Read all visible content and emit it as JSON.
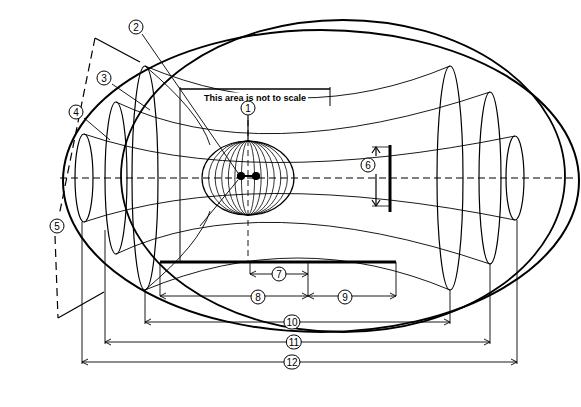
{
  "diagram": {
    "labels": [
      "This area is not to scale",
      "1",
      "2",
      "3",
      "4",
      "5",
      "6",
      "7",
      "8",
      "9",
      "10",
      "11",
      "12"
    ]
  }
}
